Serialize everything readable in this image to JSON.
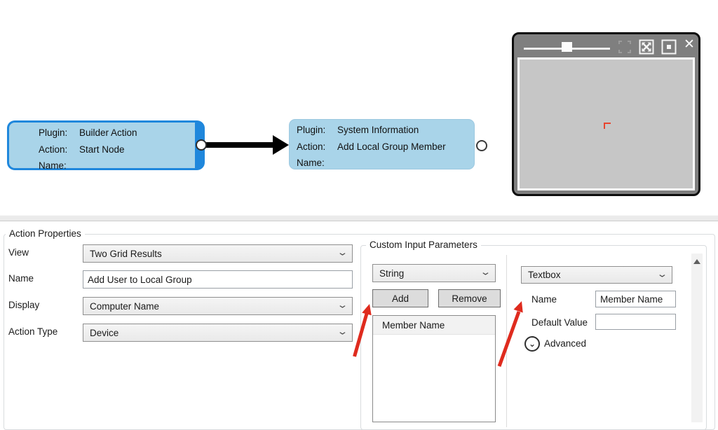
{
  "colors": {
    "node_fill": "#a9d4e9",
    "node_selection_blue": "#1f87dc",
    "flow_arrow": "#000000",
    "annotation_arrow_red": "#df2b1e"
  },
  "canvas": {
    "nodes": [
      {
        "plugin_label": "Plugin:",
        "plugin_value": "Builder Action",
        "action_label": "Action:",
        "action_value": "Start Node",
        "name_label": "Name:",
        "name_value": ""
      },
      {
        "plugin_label": "Plugin:",
        "plugin_value": "System Information",
        "action_label": "Action:",
        "action_value": "Add Local Group Member",
        "name_label": "Name:",
        "name_value": ""
      }
    ]
  },
  "properties": {
    "group_title": "Action Properties",
    "view_label": "View",
    "view_value": "Two Grid Results",
    "name_label": "Name",
    "name_value": "Add User to Local Group",
    "display_label": "Display",
    "display_value": "Computer Name",
    "action_type_label": "Action Type",
    "action_type_value": "Device",
    "custom_params": {
      "group_title": "Custom Input Parameters",
      "param_type_value": "String",
      "add_button": "Add",
      "remove_button": "Remove",
      "param_list": [
        "Member Name"
      ],
      "control_type_value": "Textbox",
      "param_name_label": "Name",
      "param_name_value": "Member Name",
      "default_value_label": "Default Value",
      "default_value_value": "",
      "advanced_label": "Advanced"
    }
  }
}
